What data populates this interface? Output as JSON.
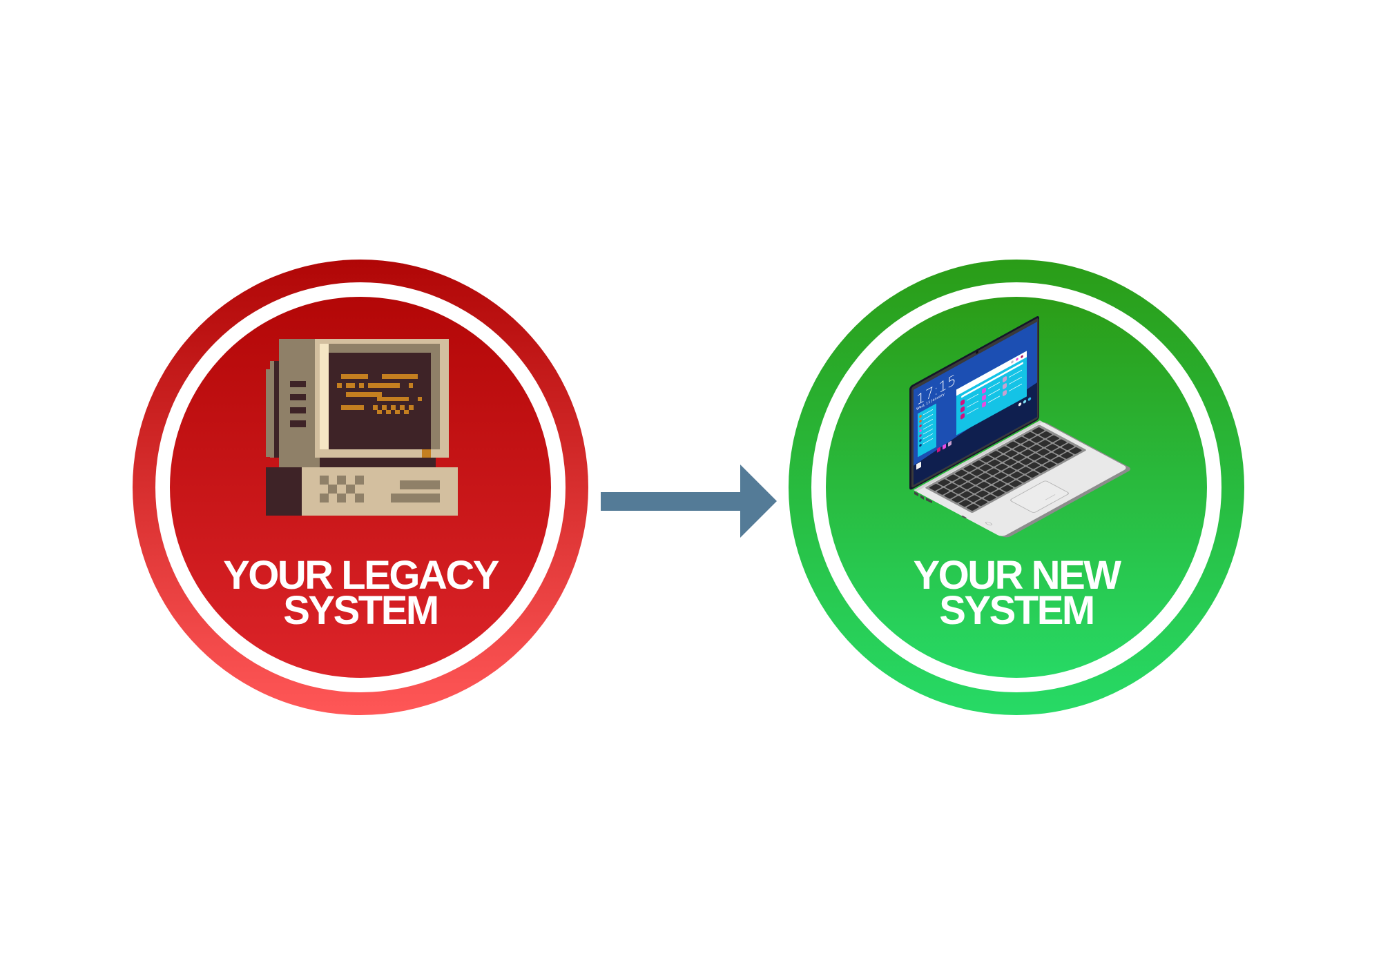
{
  "diagram": {
    "from": {
      "label_line1": "YOUR LEGACY",
      "label_line2": "SYSTEM",
      "icon": "retro-pixel-computer-icon",
      "colors": {
        "ring_top": "#b00606",
        "ring_bottom": "#ff5757",
        "fill_top": "#b30707",
        "fill_bottom": "#dc2429"
      }
    },
    "arrow": {
      "icon": "arrow-right-icon",
      "color": "#547b97"
    },
    "to": {
      "label_line1": "YOUR NEW",
      "label_line2": "SYSTEM",
      "icon": "modern-laptop-icon",
      "screen_time": "17:15",
      "screen_date": "Wed, 11 January",
      "colors": {
        "ring_top": "#2a9c17",
        "ring_bottom": "#27da66",
        "fill_top": "#2b9c17",
        "fill_bottom": "#27d965"
      }
    }
  }
}
